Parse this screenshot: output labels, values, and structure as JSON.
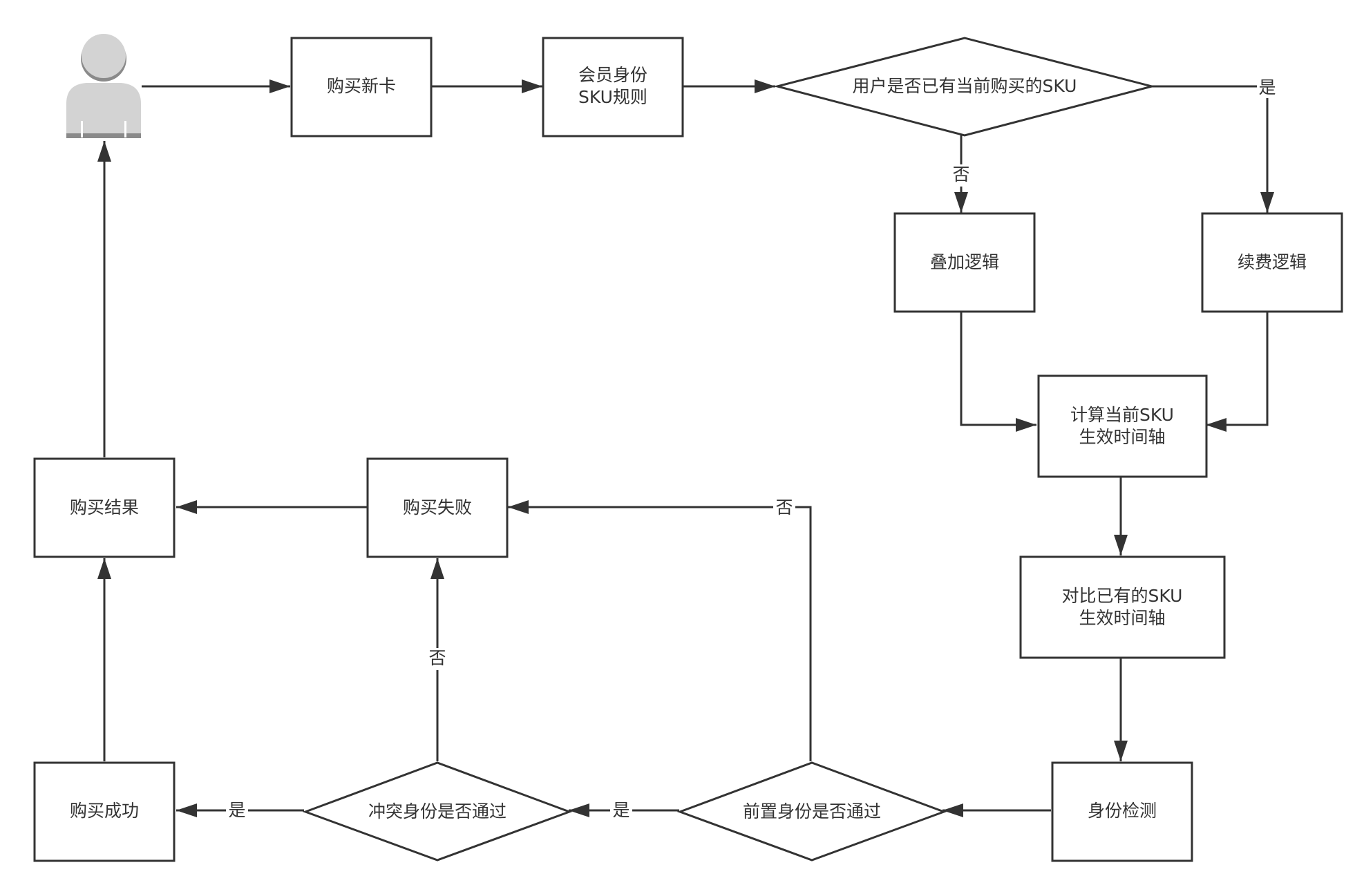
{
  "nodes": {
    "buy_new_card": "购买新卡",
    "member_sku_rule_1": "会员身份",
    "member_sku_rule_2": "SKU规则",
    "has_sku_decision": "用户是否已有当前购买的SKU",
    "stack_logic": "叠加逻辑",
    "renew_logic": "续费逻辑",
    "calc_timeline_1": "计算当前SKU",
    "calc_timeline_2": "生效时间轴",
    "compare_timeline_1": "对比已有的SKU",
    "compare_timeline_2": "生效时间轴",
    "identity_check": "身份检测",
    "pre_identity_decision": "前置身份是否通过",
    "conflict_identity_decision": "冲突身份是否通过",
    "purchase_success": "购买成功",
    "purchase_failed": "购买失败",
    "purchase_result": "购买结果"
  },
  "edge_labels": {
    "yes_renew": "是",
    "no_stack": "否",
    "no_pre": "否",
    "yes_pre": "是",
    "no_conflict": "否",
    "yes_conflict": "是"
  },
  "colors": {
    "stroke": "#333333",
    "user_icon": "#d3d3d3",
    "user_icon_shade": "#8a8a8a"
  },
  "icons": {
    "user": "user-icon"
  }
}
